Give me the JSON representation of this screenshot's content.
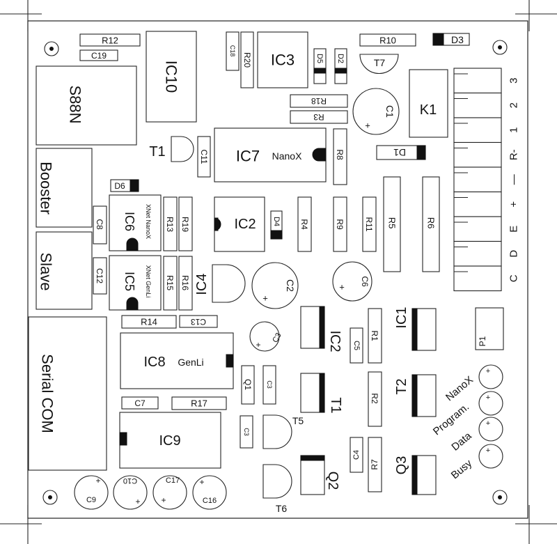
{
  "ic_labels": {
    "ic10": "IC10",
    "ic3": "IC3",
    "ic7": "IC7",
    "ic7_sub": "NanoX",
    "ic2a": "IC2",
    "ic4": "IC4",
    "ic6": "IC6",
    "ic6_sub": "XNet NanoX",
    "ic5": "IC5",
    "ic5_sub": "XNet GenLi",
    "ic8": "IC8",
    "ic8_sub": "GenLi",
    "ic9": "IC9",
    "ic2b": "IC2",
    "ic1": "IC1",
    "k1": "K1"
  },
  "transistor_labels": {
    "t1a": "T1",
    "t7": "T7",
    "t5": "T5",
    "t6": "T6",
    "t1b": "T1",
    "t2": "T2",
    "q1": "Q1",
    "q2": "Q2",
    "q3": "Q3"
  },
  "resistor_labels": {
    "r12": "R12",
    "r10": "R10",
    "r20": "R20",
    "r18": "R18",
    "r3": "R3",
    "r8": "R8",
    "r13": "R13",
    "r19": "R19",
    "r15": "R15",
    "r16": "R16",
    "r4": "R4",
    "r9": "R9",
    "r11": "R11",
    "r5": "R5",
    "r6": "R6",
    "r14": "R14",
    "r17": "R17",
    "r1": "R1",
    "r2": "R2",
    "r7": "R7"
  },
  "capacitor_labels": {
    "c19": "C19",
    "c18": "C18",
    "c1": "C1",
    "c11": "C11",
    "c8": "C8",
    "c12": "C12",
    "c2": "C2",
    "c6": "C6",
    "c3": "C3",
    "c13": "C13",
    "c5": "C5",
    "c4a": "C4",
    "c4b": "C4",
    "c7": "C7",
    "c9": "C9",
    "c10": "C10",
    "c17": "C17",
    "c16": "C16",
    "c_small": "C3"
  },
  "diode_labels": {
    "d3": "D3",
    "d5": "D5",
    "d2": "D2",
    "d1": "D1",
    "d6": "D6",
    "d4": "D4"
  },
  "module_labels": {
    "s88n": "S88N",
    "booster": "Booster",
    "slave": "Slave",
    "serial": "Serial COM"
  },
  "other_labels": {
    "p1": "P1",
    "plus": "+"
  },
  "terminal_labels": [
    "3",
    "2",
    "1",
    "R-",
    "—",
    "+",
    "E",
    "D",
    "C"
  ],
  "led_labels": [
    "NanoX",
    "Program.",
    "Data",
    "Busy"
  ]
}
